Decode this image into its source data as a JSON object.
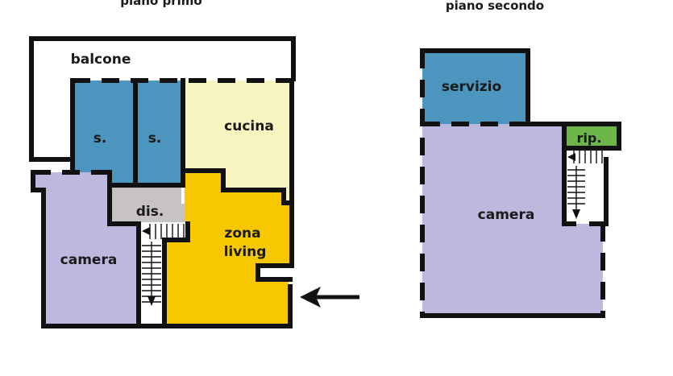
{
  "floors": [
    {
      "title": "piano primo",
      "rooms": [
        {
          "label": "balcone",
          "color": "#ffffff"
        },
        {
          "label": "s.",
          "color": "#4b95bf"
        },
        {
          "label": "s.",
          "color": "#4b95bf"
        },
        {
          "label": "cucina",
          "color": "#f8f4c0"
        },
        {
          "label": "dis.",
          "color": "#c8c3c3"
        },
        {
          "label": "zona",
          "color": "#f7c800"
        },
        {
          "label": "living",
          "color": "#f7c800"
        },
        {
          "label": "camera",
          "color": "#bcb8de"
        }
      ]
    },
    {
      "title": "piano secondo",
      "rooms": [
        {
          "label": "servizio",
          "color": "#4b95bf"
        },
        {
          "label": "rip.",
          "color": "#6cb64a"
        },
        {
          "label": "camera",
          "color": "#bcb8de"
        }
      ]
    }
  ]
}
